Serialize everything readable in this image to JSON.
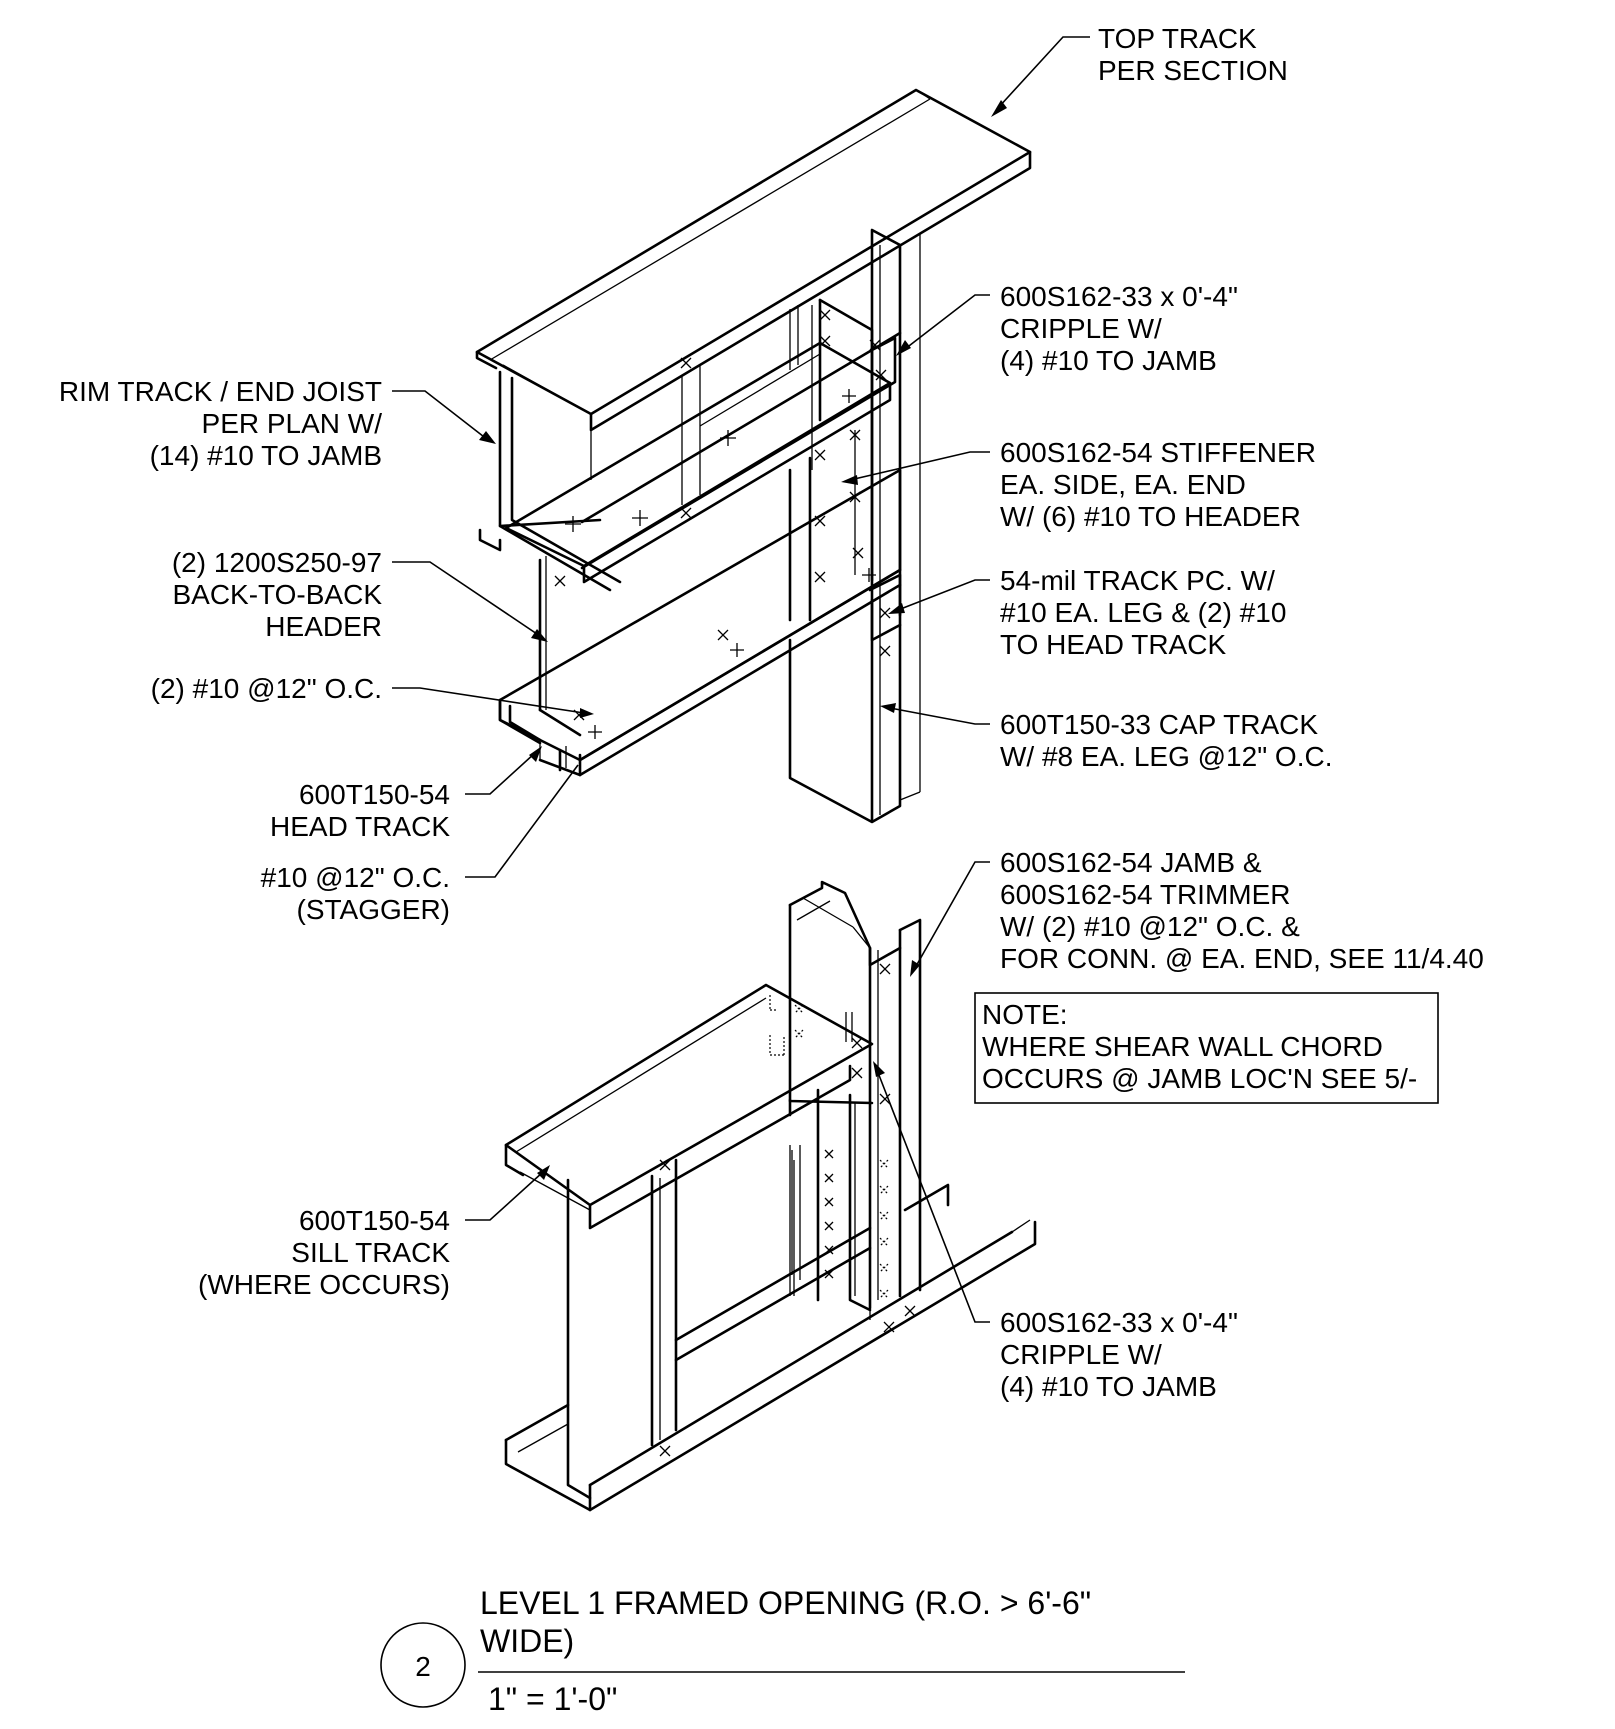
{
  "callouts": {
    "top_track": [
      "TOP TRACK",
      "PER SECTION"
    ],
    "cripple_top": [
      "600S162-33 x 0'-4\"",
      "CRIPPLE W/",
      "(4) #10 TO JAMB"
    ],
    "rim_track": [
      "RIM TRACK / END JOIST",
      "PER PLAN  W/",
      "(14) #10  TO JAMB"
    ],
    "stiffener": [
      "600S162-54 STIFFENER",
      "EA. SIDE, EA. END",
      "W/ (6) #10 TO HEADER"
    ],
    "header": [
      "(2) 1200S250-97",
      "BACK-TO-BACK",
      "HEADER"
    ],
    "track_pc": [
      "54-mil TRACK PC. W/",
      "#10 EA. LEG & (2) #10",
      "TO HEAD TRACK"
    ],
    "header_screws": [
      "(2) #10 @12\" O.C."
    ],
    "cap_track": [
      "600T150-33 CAP TRACK",
      "W/ #8 EA. LEG @12\" O.C."
    ],
    "head_track": [
      "600T150-54",
      "HEAD TRACK"
    ],
    "stagger": [
      "#10 @12\" O.C.",
      "(STAGGER)"
    ],
    "jamb": [
      "600S162-54 JAMB &",
      "600S162-54 TRIMMER",
      "W/ (2) #10 @12\" O.C. &",
      "FOR CONN. @ EA. END, SEE 11/4.40"
    ],
    "sill_track": [
      "600T150-54",
      "SILL TRACK",
      "(WHERE OCCURS)"
    ],
    "cripple_bottom": [
      "600S162-33 x 0'-4\"",
      "CRIPPLE W/",
      "(4) #10 TO JAMB"
    ]
  },
  "note": [
    "NOTE:",
    "WHERE SHEAR WALL CHORD",
    "OCCURS @ JAMB LOC'N SEE 5/-"
  ],
  "title_block": {
    "detail_number": "2",
    "title_line1": "LEVEL 1 FRAMED OPENING (R.O. > 6'-6\"",
    "title_line2": "WIDE)",
    "scale": "1\" = 1'-0\""
  }
}
